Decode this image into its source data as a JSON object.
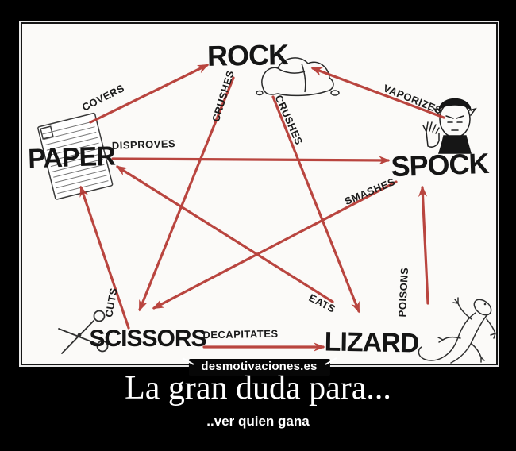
{
  "poster": {
    "watermark": "desmotivaciones.es",
    "title": "La gran duda para...",
    "subtitle": "..ver quien gana"
  },
  "diagram": {
    "nodes": [
      {
        "id": "rock",
        "label": "ROCK"
      },
      {
        "id": "paper",
        "label": "PAPER"
      },
      {
        "id": "spock",
        "label": "SPOCK"
      },
      {
        "id": "scissors",
        "label": "SCISSORS"
      },
      {
        "id": "lizard",
        "label": "LIZARD"
      }
    ],
    "edges": [
      {
        "from": "paper",
        "to": "rock",
        "label": "COVERS"
      },
      {
        "from": "rock",
        "to": "scissors",
        "label": "CRUSHES"
      },
      {
        "from": "rock",
        "to": "lizard",
        "label": "CRUSHES"
      },
      {
        "from": "spock",
        "to": "rock",
        "label": "VAPORIZES"
      },
      {
        "from": "paper",
        "to": "spock",
        "label": "DISPROVES"
      },
      {
        "from": "spock",
        "to": "scissors",
        "label": "SMASHES"
      },
      {
        "from": "lizard",
        "to": "spock",
        "label": "POISONS"
      },
      {
        "from": "lizard",
        "to": "paper",
        "label": "EATS"
      },
      {
        "from": "scissors",
        "to": "paper",
        "label": "CUTS"
      },
      {
        "from": "scissors",
        "to": "lizard",
        "label": "DECAPITATES"
      }
    ]
  },
  "colors": {
    "background": "#000000",
    "photo_bg": "#fbfaf8",
    "arrow_red": "#b53832",
    "ink": "#1b1b1b",
    "caption": "#ffffff"
  }
}
